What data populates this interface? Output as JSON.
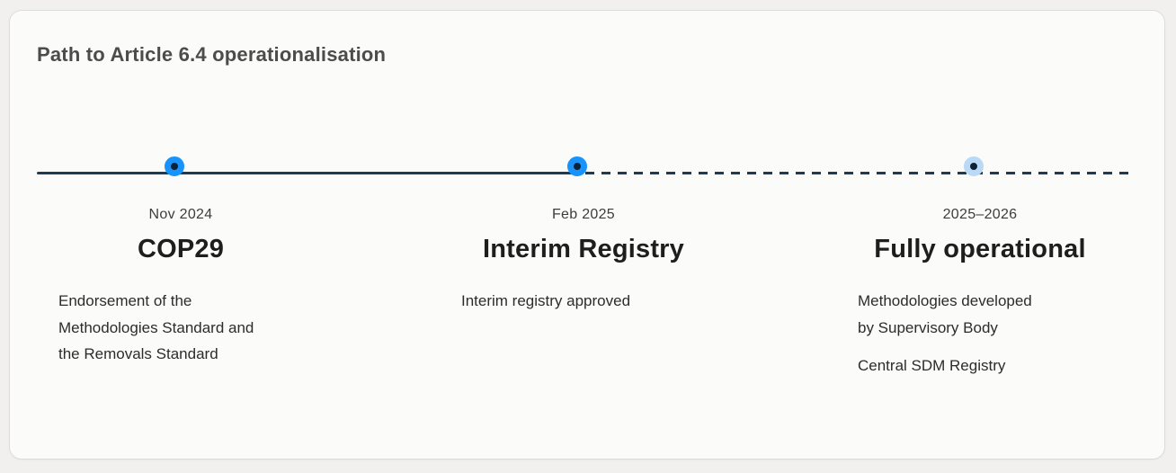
{
  "theme": {
    "background": "#f1f0ee",
    "card_background": "#fbfbfa",
    "line_color": "#1d3b54",
    "dot_inner_color": "#0d2233",
    "dot_active_ring": "#1793fb",
    "dot_upcoming_ring": "#b9d9f7"
  },
  "card": {
    "title": "Path to Article 6.4 operationalisation"
  },
  "timeline": {
    "milestones": [
      {
        "date": "Nov 2024",
        "title": "COP29",
        "status": "completed",
        "descriptions": [
          "Endorsement of the Methodologies Standard and the Removals Standard"
        ]
      },
      {
        "date": "Feb 2025",
        "title": "Interim Registry",
        "status": "completed",
        "descriptions": [
          "Interim registry approved"
        ]
      },
      {
        "date": "2025–2026",
        "title": "Fully operational",
        "status": "upcoming",
        "descriptions": [
          "Methodologies developed by Supervisory Body",
          "Central SDM Registry"
        ]
      }
    ]
  }
}
